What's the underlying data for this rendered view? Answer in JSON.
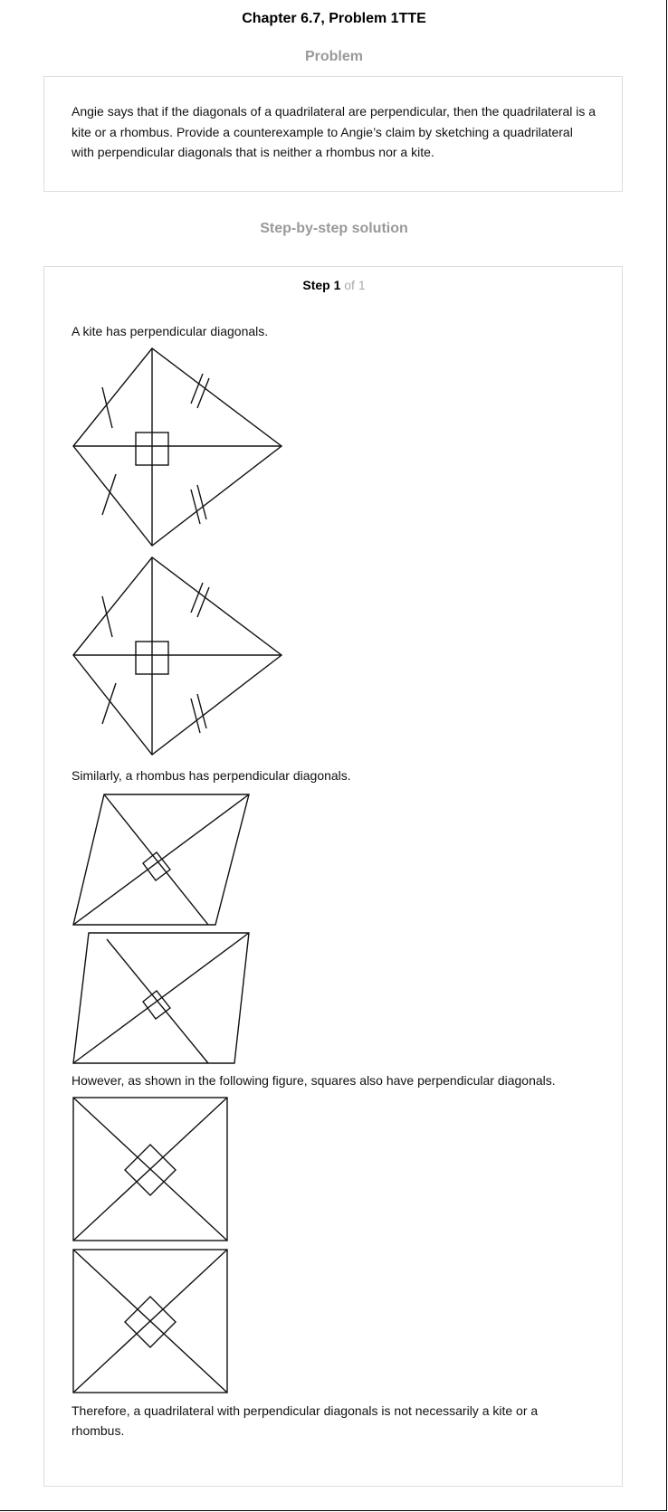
{
  "header": {
    "title": "Chapter 6.7, Problem 1TTE"
  },
  "problem": {
    "heading": "Problem",
    "text": "Angie says that if the diagonals of a quadrilateral are perpendicular, then the quadrilateral is a kite or a rhombus. Provide a counterexample to Angie’s claim by sketching a quadrilateral with perpendicular diagonals that is neither a rhombus nor a kite."
  },
  "solution": {
    "heading": "Step-by-step solution",
    "step_label": "Step 1",
    "step_of": " of 1",
    "para_kite": "A kite has perpendicular diagonals.",
    "para_rhombus": "Similarly, a rhombus has perpendicular diagonals.",
    "para_square": "However, as shown in the following figure, squares also have perpendicular diagonals.",
    "para_conclusion": "Therefore, a quadrilateral with perpendicular diagonals is not necessarily a kite or a rhombus."
  }
}
